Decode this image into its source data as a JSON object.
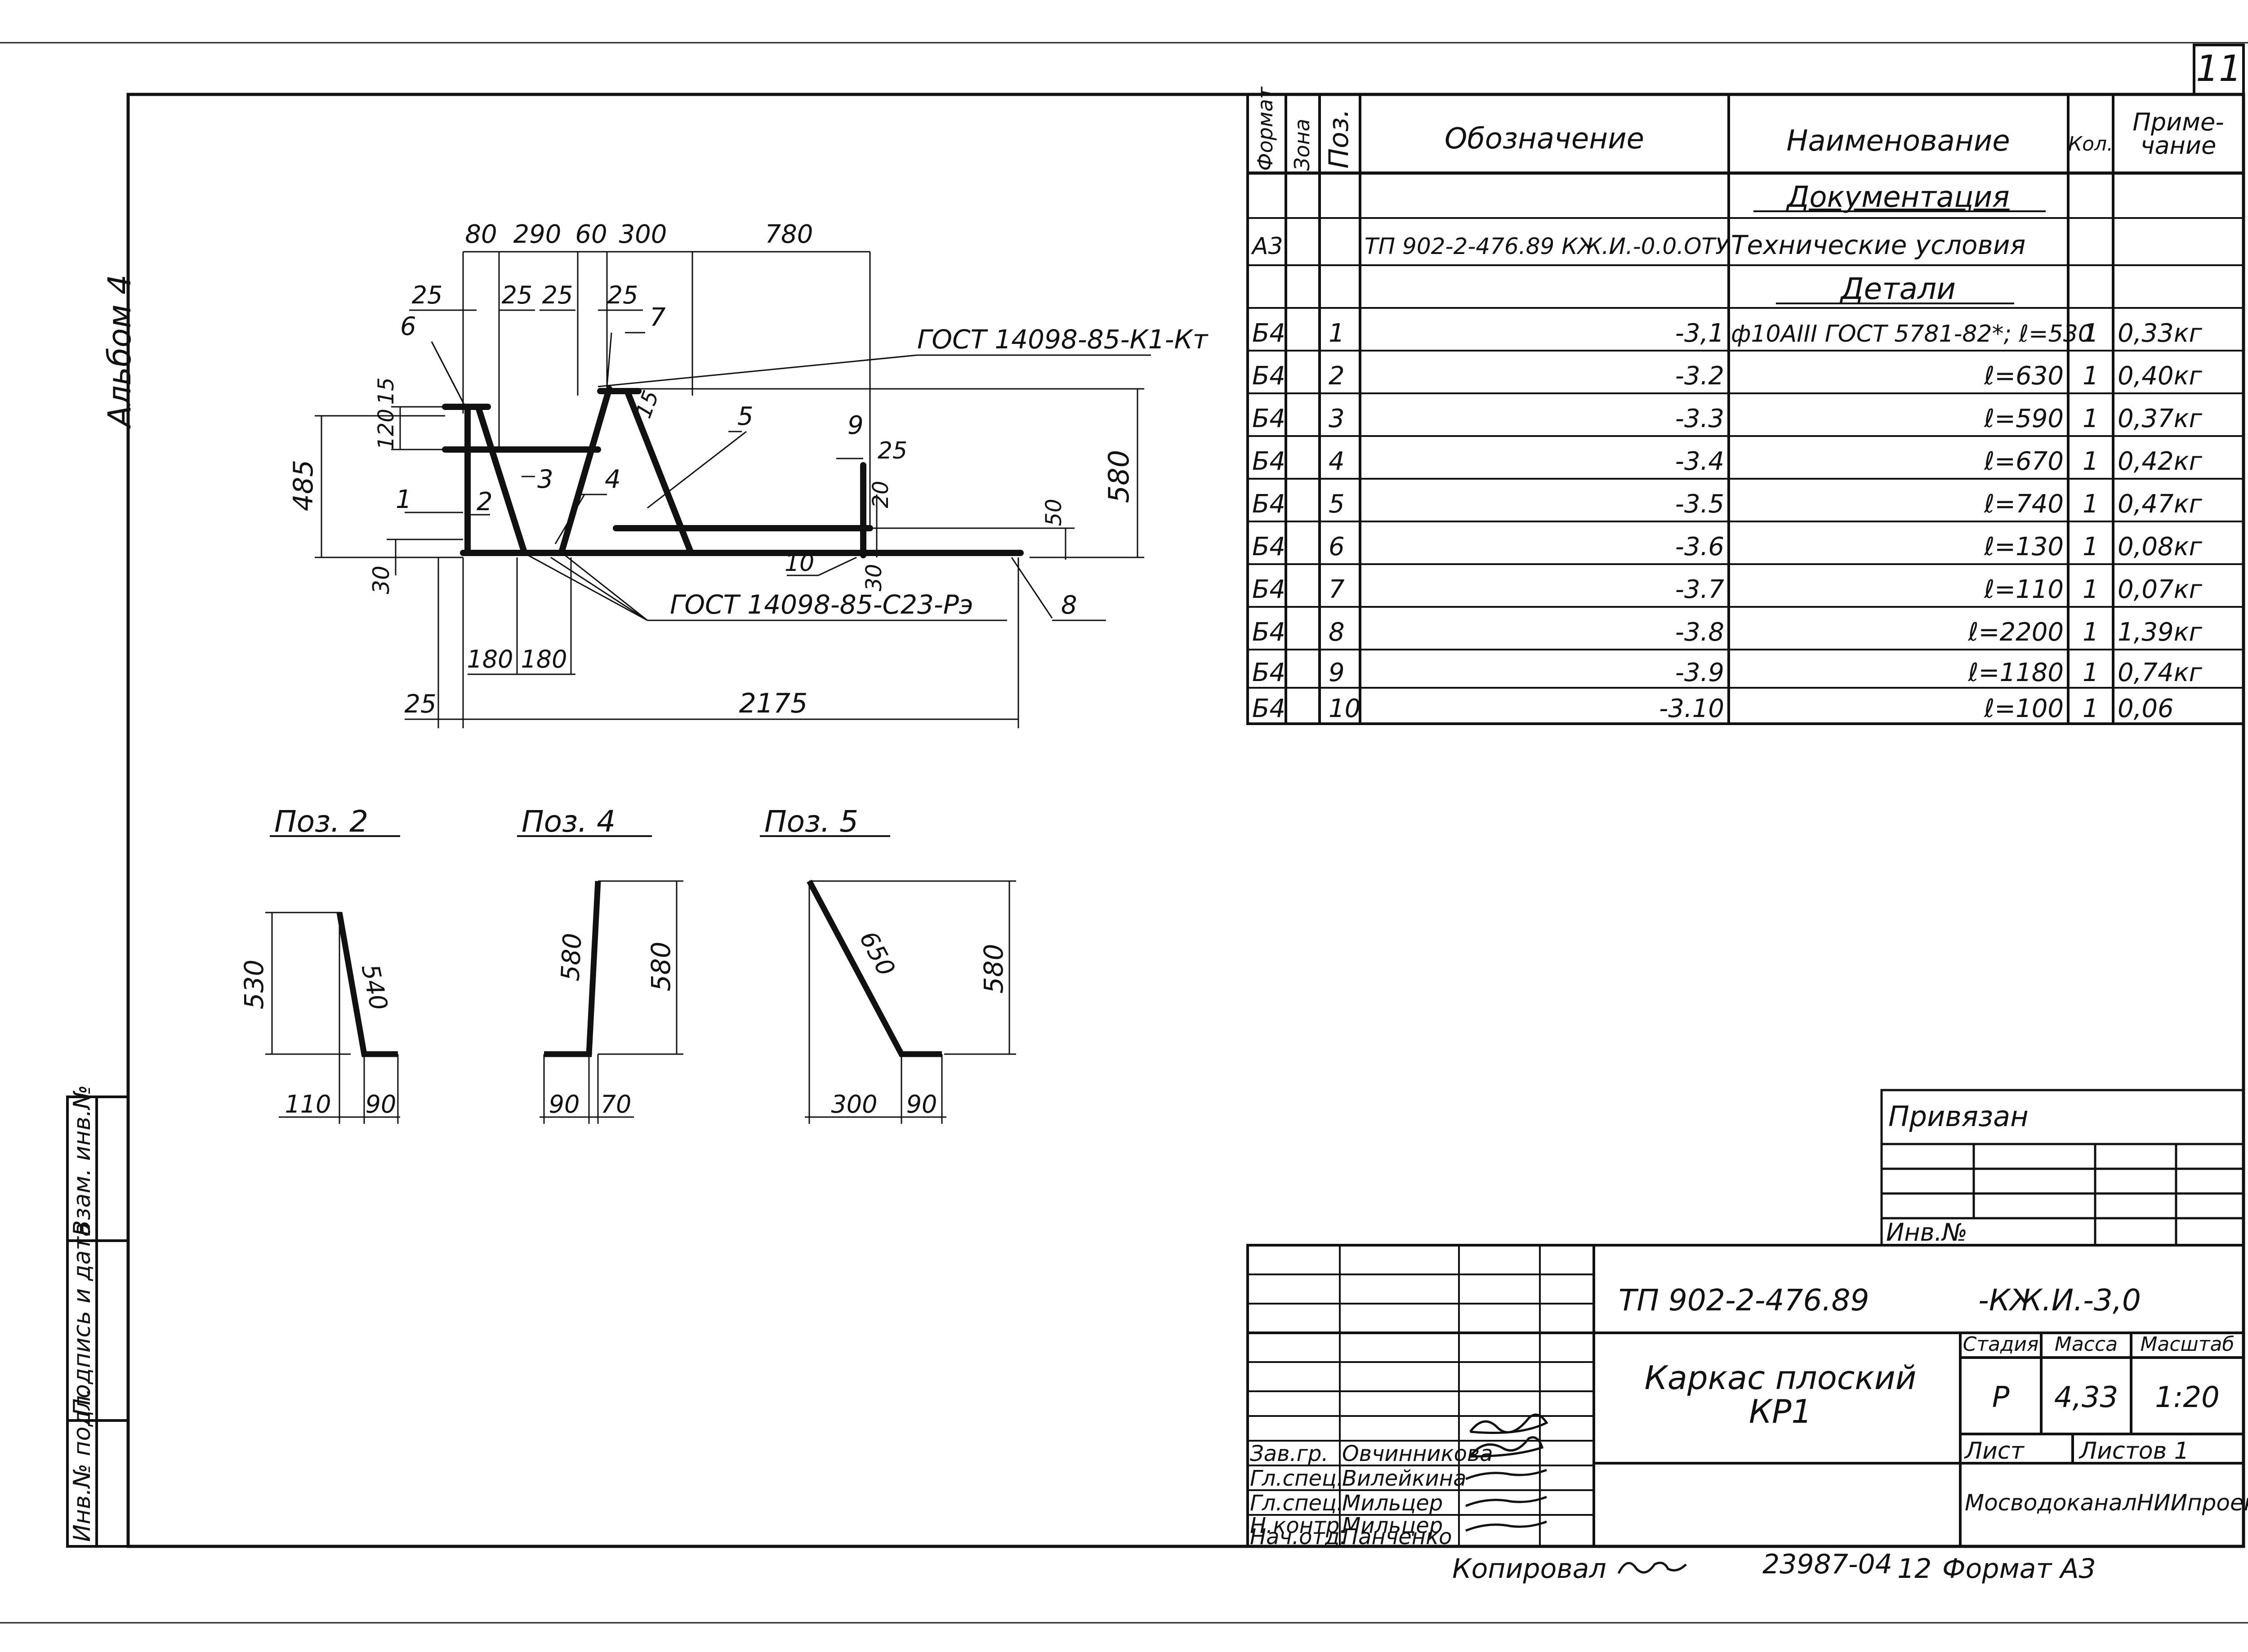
{
  "sheet": {
    "number": "11",
    "album": "Альбом 4"
  },
  "spec_table": {
    "headers": {
      "format": "Формат",
      "zone": "Зона",
      "pos": "Поз.",
      "designation": "Обозначение",
      "name": "Наименование",
      "qty": "Кол.",
      "note": "Приме-\nчание"
    },
    "section_docs": "Документация",
    "doc_row": {
      "format": "А3",
      "designation": "ТП 902-2-476.89 КЖ.И.-0.0.ОТУ",
      "name": "Технические условия"
    },
    "section_details": "Детали",
    "rows": [
      {
        "format": "Б4",
        "pos": "1",
        "designation": "-3,1",
        "name": "ф10АIII ГОСТ 5781-82*; ℓ=530",
        "qty": "1",
        "note": "0,33кг"
      },
      {
        "format": "Б4",
        "pos": "2",
        "designation": "-3.2",
        "name": "ℓ=630",
        "qty": "1",
        "note": "0,40кг"
      },
      {
        "format": "Б4",
        "pos": "3",
        "designation": "-3.3",
        "name": "ℓ=590",
        "qty": "1",
        "note": "0,37кг"
      },
      {
        "format": "Б4",
        "pos": "4",
        "designation": "-3.4",
        "name": "ℓ=670",
        "qty": "1",
        "note": "0,42кг"
      },
      {
        "format": "Б4",
        "pos": "5",
        "designation": "-3.5",
        "name": "ℓ=740",
        "qty": "1",
        "note": "0,47кг"
      },
      {
        "format": "Б4",
        "pos": "6",
        "designation": "-3.6",
        "name": "ℓ=130",
        "qty": "1",
        "note": "0,08кг"
      },
      {
        "format": "Б4",
        "pos": "7",
        "designation": "-3.7",
        "name": "ℓ=110",
        "qty": "1",
        "note": "0,07кг"
      },
      {
        "format": "Б4",
        "pos": "8",
        "designation": "-3.8",
        "name": "ℓ=2200",
        "qty": "1",
        "note": "1,39кг"
      },
      {
        "format": "Б4",
        "pos": "9",
        "designation": "-3.9",
        "name": "ℓ=1180",
        "qty": "1",
        "note": "0,74кг"
      },
      {
        "format": "Б4",
        "pos": "10",
        "designation": "-3.10",
        "name": "ℓ=100",
        "qty": "1",
        "note": "0,06"
      }
    ]
  },
  "main_drawing": {
    "top_dims": [
      "80",
      "290",
      "60",
      "300",
      "780"
    ],
    "small_dims_25": [
      "25",
      "25",
      "25",
      "25"
    ],
    "pos_labels": [
      "1",
      "2",
      "3",
      "4",
      "5",
      "6",
      "7",
      "8",
      "9",
      "10"
    ],
    "gost_top": "ГОСТ 14098-85-К1-Кт",
    "gost_bottom": "ГОСТ 14098-85-С23-Рэ",
    "left_dims": {
      "h485": "485",
      "h120": "120",
      "h15": "15",
      "h30": "30"
    },
    "right_dims": {
      "h580": "580",
      "h50": "50",
      "h20": "20",
      "h30b": "30",
      "w25": "25",
      "h15b": "15"
    },
    "bottom_dims": {
      "d180a": "180",
      "d180b": "180",
      "d25": "25",
      "d2175": "2175"
    }
  },
  "bends": [
    {
      "title": "Поз. 2",
      "slant": "540",
      "height": "530",
      "w1": "110",
      "w2": "90"
    },
    {
      "title": "Поз. 4",
      "slant": "580",
      "height": "580",
      "w1": "90",
      "w2": "70"
    },
    {
      "title": "Поз. 5",
      "slant": "650",
      "height": "580",
      "w1": "300",
      "w2": "90"
    }
  ],
  "privyazan": {
    "label": "Привязан",
    "inv": "Инв.№"
  },
  "left_strip": {
    "inv_podl": "Инв.№ подл.",
    "sign_date": "Подпись и дата",
    "vzam": "Взам. инв.№"
  },
  "title_block": {
    "doc_code": "ТП 902-2-476.89",
    "doc_suffix": "-КЖ.И.-3,0",
    "title": "Каркас плоский",
    "subtitle": "КР1",
    "stage_h": "Стадия",
    "mass_h": "Масса",
    "scale_h": "Масштаб",
    "stage": "Р",
    "mass": "4,33",
    "scale": "1:20",
    "sheet_label": "Лист",
    "sheets_label": "Листов 1",
    "org": "МосводоканалНИИпроект",
    "people": [
      {
        "role": "Зав.гр.",
        "name": "Овчинникова"
      },
      {
        "role": "Гл.спец.",
        "name": "Вилейкина"
      },
      {
        "role": "Гл.спец.",
        "name": "Мильцер"
      },
      {
        "role": "Н.контр.",
        "name": "Мильцер"
      },
      {
        "role": "Нач.отд.",
        "name": "Панченко"
      }
    ]
  },
  "footer": {
    "copied": "Копировал",
    "number": "23987-04",
    "page": "12",
    "format": "Формат А3"
  }
}
